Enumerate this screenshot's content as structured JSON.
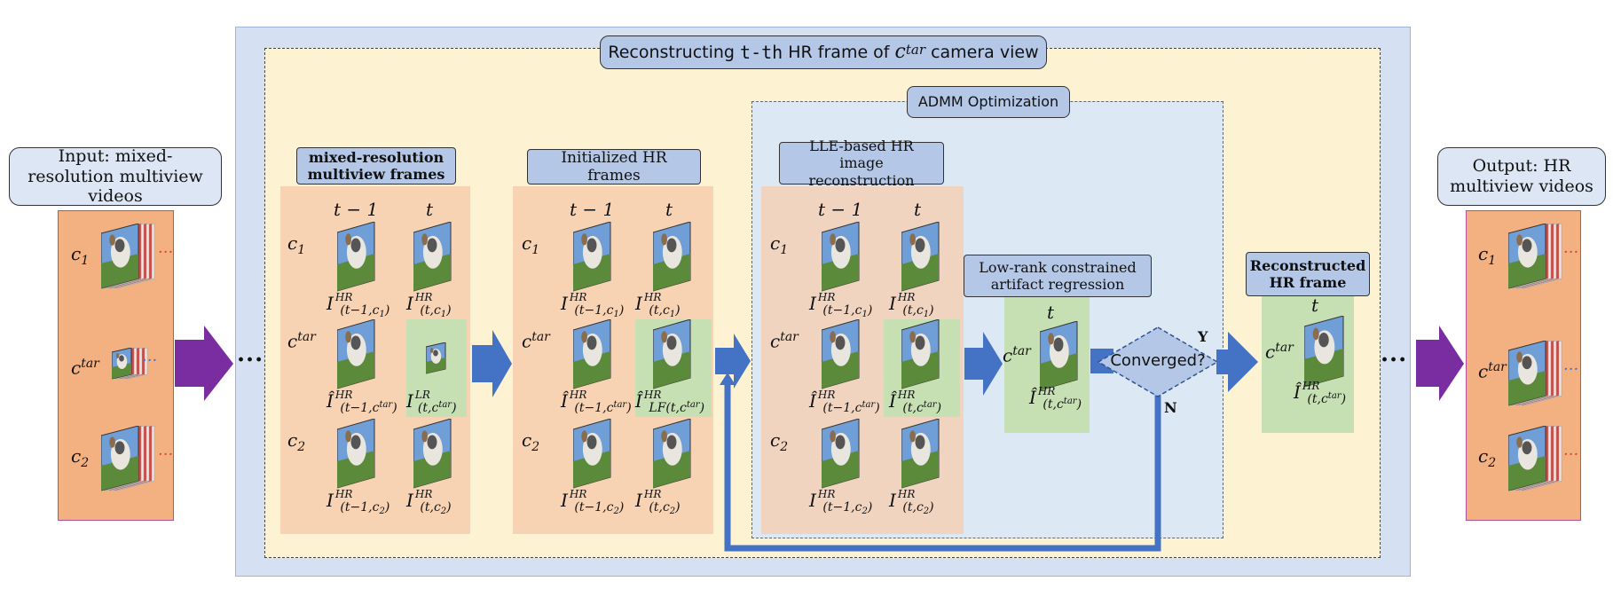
{
  "input": {
    "title": "Input: mixed-resolution multiview videos",
    "views": [
      "c1",
      "ctar",
      "c2"
    ]
  },
  "output": {
    "title": "Output: HR multiview videos",
    "views": [
      "c1",
      "ctar",
      "c2"
    ]
  },
  "main_title": {
    "prefix": "Reconstructing",
    "t_label": "t-th",
    "middle": "HR frame of",
    "cam_base": "c",
    "cam_sup": "tar",
    "suffix": "camera view"
  },
  "stage1": {
    "title": "mixed-resolution multiview frames",
    "col_headers": [
      "t − 1",
      "t"
    ],
    "row_labels": [
      "c1",
      "ctar",
      "c2"
    ],
    "frame_labels": [
      [
        "I^HR_(t−1,c1)",
        "I^HR_(t,c1)"
      ],
      [
        "Î^HR_(t−1,ctar)",
        "I^LR_(t,ctar)"
      ],
      [
        "I^HR_(t−1,c2)",
        "I^HR_(t,c2)"
      ]
    ]
  },
  "stage2": {
    "title": "Initialized HR frames",
    "col_headers": [
      "t − 1",
      "t"
    ],
    "row_labels": [
      "c1",
      "ctar",
      "c2"
    ],
    "frame_labels": [
      [
        "I^HR_(t−1,c1)",
        "I^HR_(t,c1)"
      ],
      [
        "Î^HR_(t−1,ctar)",
        "Î^HR_LF(t,ctar)"
      ],
      [
        "I^HR_(t−1,c2)",
        "I^HR_(t,c2)"
      ]
    ]
  },
  "admm": {
    "title": "ADMM Optimization"
  },
  "stage3": {
    "title": "LLE-based HR image reconstruction",
    "col_headers": [
      "t − 1",
      "t"
    ],
    "row_labels": [
      "c1",
      "ctar",
      "c2"
    ],
    "frame_labels": [
      [
        "I^HR_(t−1,c1)",
        "I^HR_(t,c1)"
      ],
      [
        "Î^HR_(t−1,ctar)",
        "Î^HR_(t,ctar)"
      ],
      [
        "I^HR_(t−1,c2)",
        "I^HR_(t,c2)"
      ]
    ]
  },
  "stage4": {
    "title": "Low-rank constrained artifact regression",
    "col_header": "t",
    "row_label": "ctar",
    "frame_label": "Î^HR_(t,ctar)"
  },
  "decision": {
    "text": "Converged?",
    "yes": "Y",
    "no": "N"
  },
  "stage5": {
    "title": "Reconstructed HR frame",
    "col_header": "t",
    "row_label": "ctar",
    "frame_label": "Î^HR_(t,ctar)"
  },
  "ellipsis": "···",
  "colors": {
    "purple_arrow": "#7a2da0",
    "blue_arrow": "#4472c4",
    "outer_panel": "#d5e0f2",
    "inner_panel": "#fdf3d2",
    "admm_panel": "#dde8f5",
    "stage_panel": "#f8d3b3",
    "green_cell": "#c6e0b4",
    "label_blue": "#b4c7e7",
    "io_panel": "#f3b182"
  }
}
